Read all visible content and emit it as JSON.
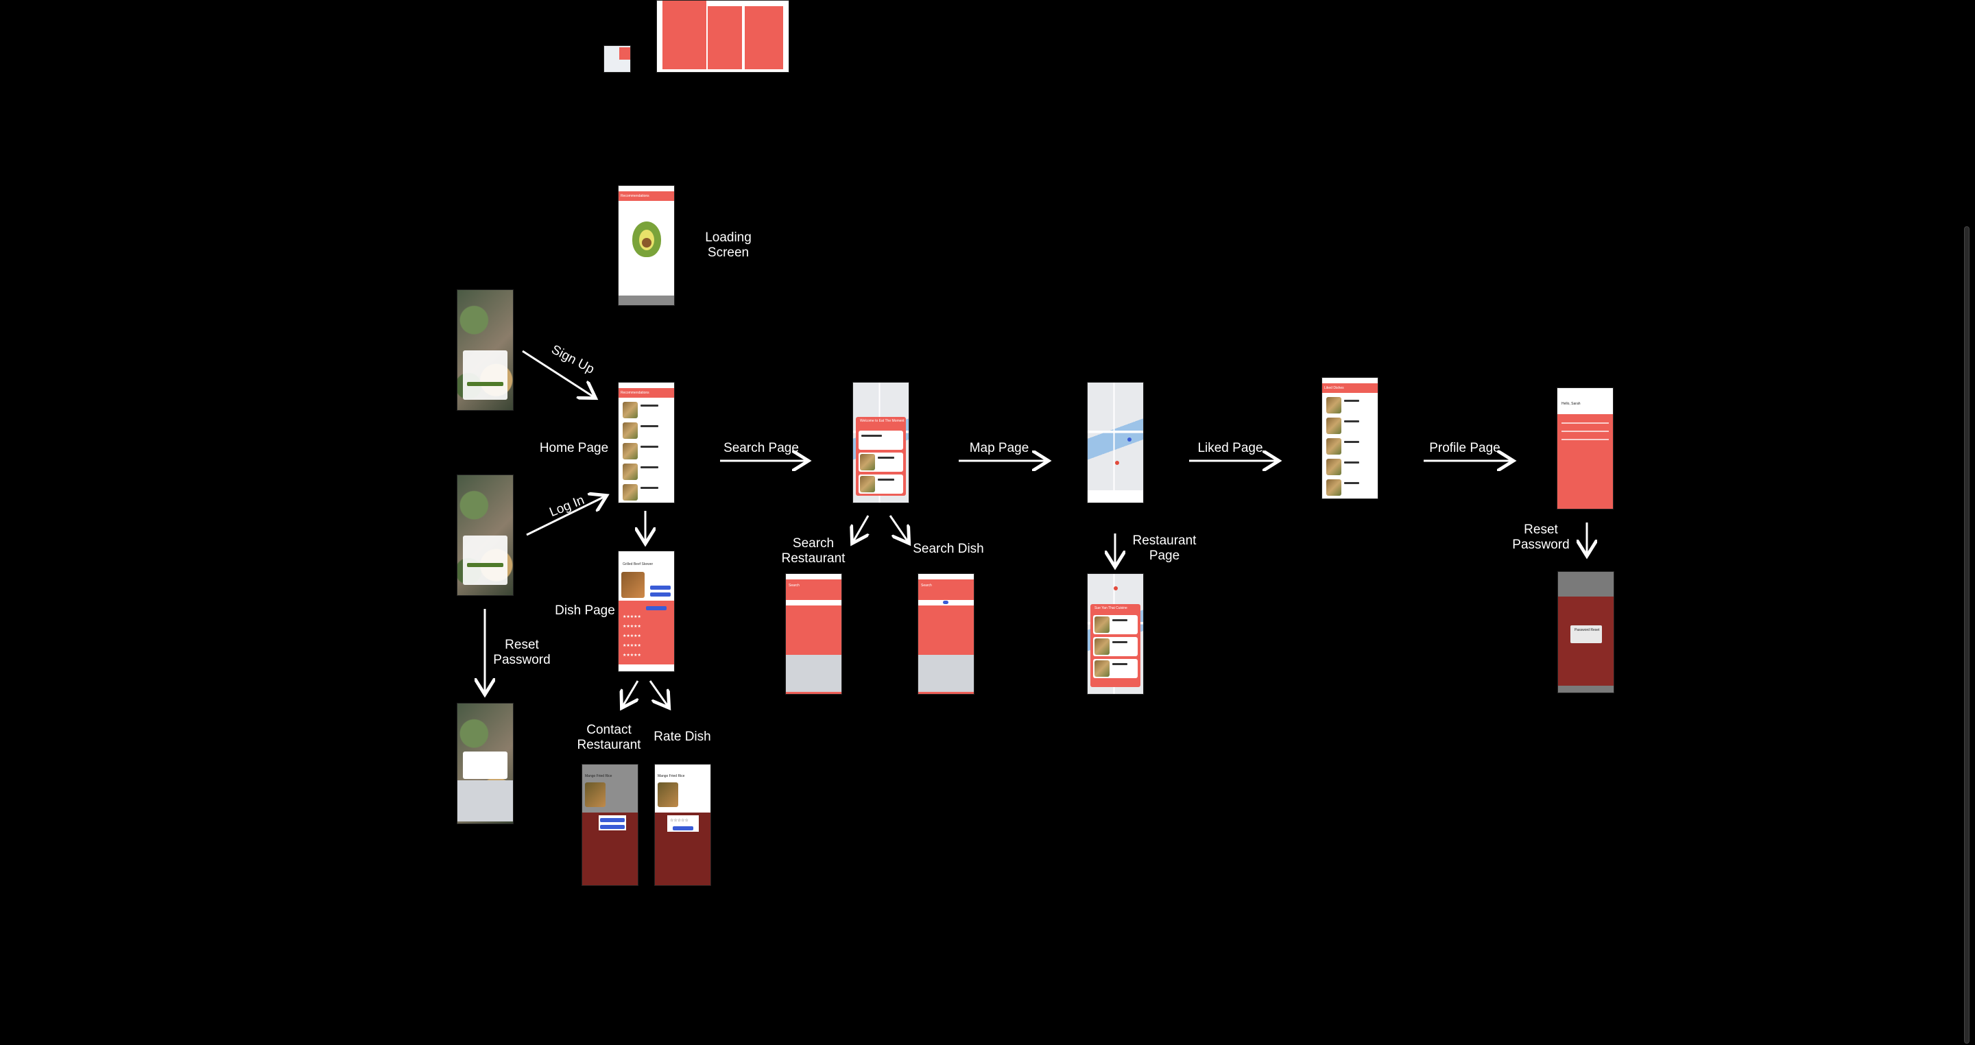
{
  "labels": {
    "loading_screen": "Loading\nScreen",
    "sign_up": "Sign Up",
    "log_in": "Log In",
    "home_page": "Home Page",
    "search_page": "Search Page",
    "map_page": "Map Page",
    "liked_page": "Liked Page",
    "profile_page": "Profile Page",
    "dish_page": "Dish Page",
    "reset_password_left": "Reset\nPassword",
    "search_restaurant": "Search\nRestaurant",
    "search_dish": "Search Dish",
    "restaurant_page": "Restaurant\nPage",
    "reset_password_right": "Reset\nPassword",
    "contact_restaurant": "Contact\nRestaurant",
    "rate_dish": "Rate Dish"
  },
  "frames": {
    "recommendations_title": "Recommendations",
    "loading_title": "Recommendations",
    "liked_title": "Liked Dishes",
    "dish_title": "Grilled Beef Skewer",
    "welcome_banner": "Welcome to Eat The Moment",
    "search_title": "Search",
    "restaurant_header": "Sue Yan Thai Cuisine",
    "contact_title": "Mango Fried Rice",
    "rate_title": "Mango Fried Rice",
    "profile_greeting": "Hello, Sarah",
    "password_reset": "Password Reset"
  },
  "colors": {
    "background": "#000000",
    "accent": "#ee5f57",
    "button_blue": "#3a5cd6",
    "button_green": "#4f7a2a",
    "label": "#ffffff"
  }
}
